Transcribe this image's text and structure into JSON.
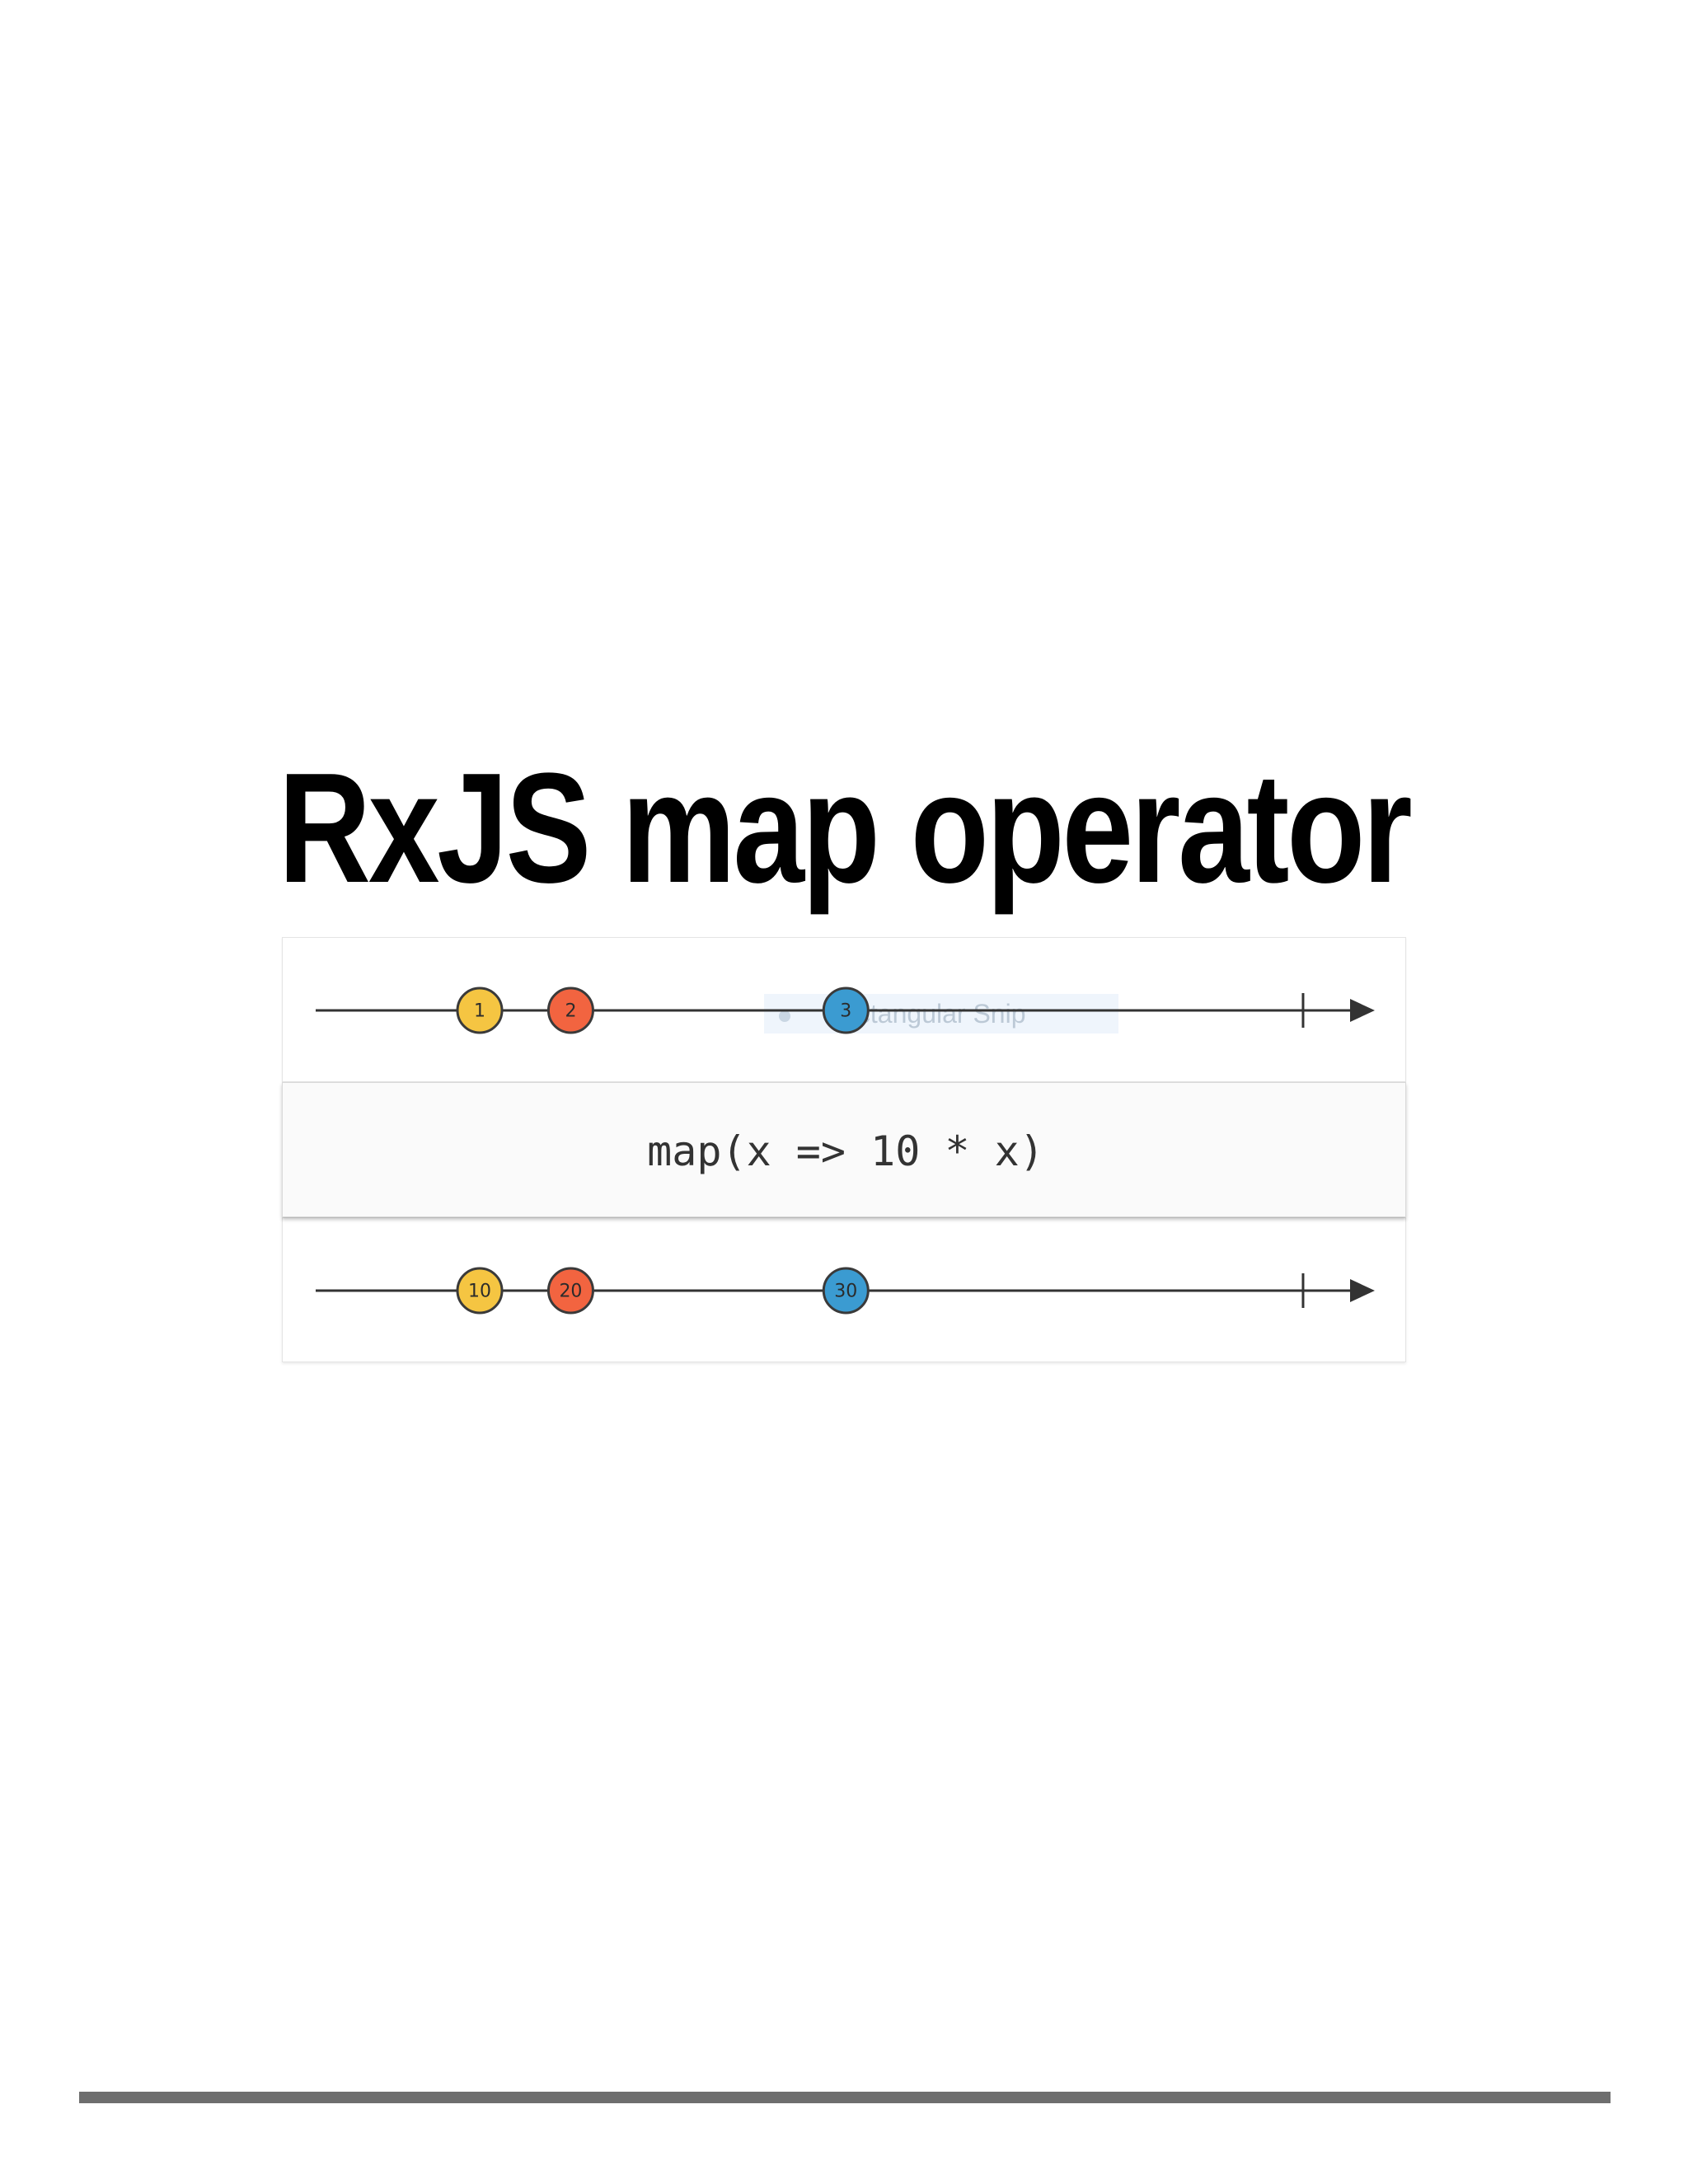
{
  "title": "RxJS map operator",
  "diagram": {
    "input_stream": {
      "marbles": [
        {
          "label": "1",
          "time": 0.155,
          "color": "#f5c542"
        },
        {
          "label": "2",
          "time": 0.241,
          "color": "#f26440"
        },
        {
          "label": "3",
          "time": 0.501,
          "color": "#3b9bd1"
        }
      ],
      "complete_time": 0.933
    },
    "operator": "map(x => 10 * x)",
    "output_stream": {
      "marbles": [
        {
          "label": "10",
          "time": 0.155,
          "color": "#f5c542"
        },
        {
          "label": "20",
          "time": 0.241,
          "color": "#f26440"
        },
        {
          "label": "30",
          "time": 0.501,
          "color": "#3b9bd1"
        }
      ],
      "complete_time": 0.933
    },
    "watermark_text": "Rectangular Snip"
  }
}
